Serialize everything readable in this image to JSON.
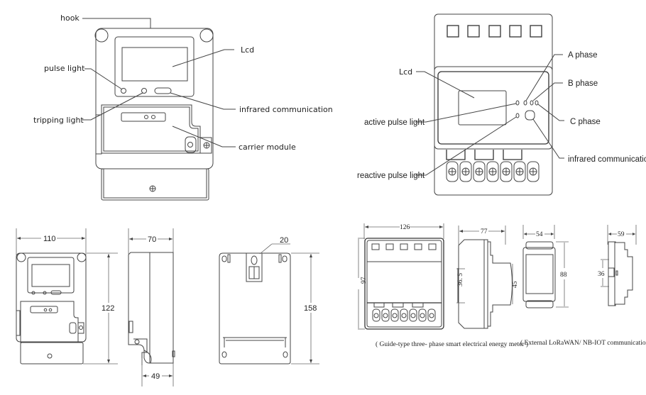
{
  "single_phase_front": {
    "labels": {
      "hook": "hook",
      "lcd": "Lcd",
      "pulse_light": "pulse light",
      "tripping_light": "tripping light",
      "infrared_communication": "infrared communication",
      "carrier_module": "carrier module"
    }
  },
  "three_phase_front": {
    "labels": {
      "lcd": "Lcd",
      "a_phase": "A phase",
      "b_phase": "B phase",
      "c_phase": "C phase",
      "active_pulse_light": "active pulse light",
      "reactive_pulse_light": "reactive pulse light",
      "infrared_communication": "infrared communication"
    }
  },
  "single_phase_dimensions": {
    "front_width": "110",
    "front_height": "122",
    "side_depth": "70",
    "side_lower_depth": "49",
    "back_hook_width": "20",
    "back_height": "158"
  },
  "three_phase_dimensions": {
    "front_width": "126",
    "front_height": "97",
    "side_depth": "77",
    "side_rail_height": "36. 5",
    "side_right_label": "45",
    "caption": "( Guide-type three- phase smart electrical energy meter )"
  },
  "comm_box_dimensions": {
    "front_width": "54",
    "front_height": "88",
    "side_depth": "59",
    "side_rail_height": "36",
    "caption": "( External LoRaWAN/ NB-IOT communication box )"
  }
}
